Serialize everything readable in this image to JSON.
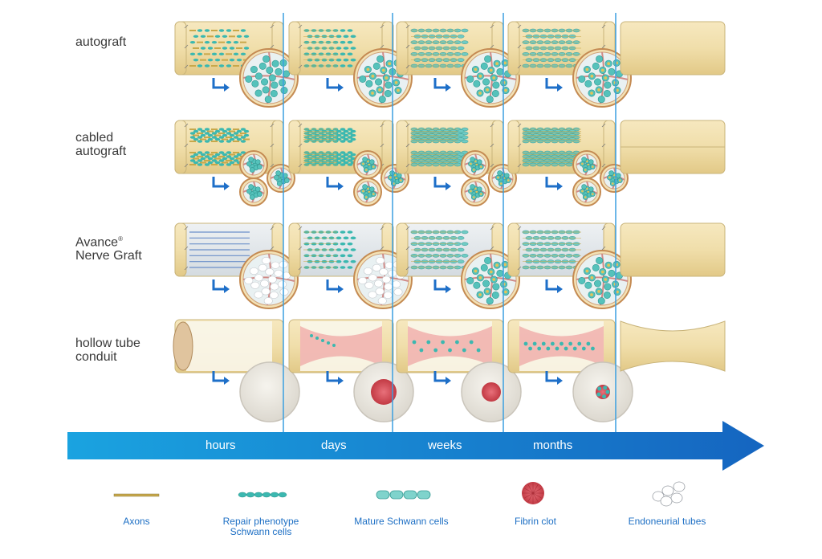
{
  "rows": [
    {
      "id": "autograft",
      "lines": [
        "autograft"
      ]
    },
    {
      "id": "cabled-autograft",
      "lines": [
        "cabled",
        "autograft"
      ]
    },
    {
      "id": "avance-nerve-graft",
      "lines": [
        "Avance",
        "Nerve Graft"
      ],
      "superscript": "®"
    },
    {
      "id": "hollow-tube-conduit",
      "lines": [
        "hollow tube",
        "conduit"
      ]
    }
  ],
  "timeline": {
    "labels": [
      "hours",
      "days",
      "weeks",
      "months"
    ],
    "arrow_color_start": "#1aa3e0",
    "arrow_color_end": "#1565c0"
  },
  "legend": [
    {
      "id": "axons",
      "lines": [
        "Axons"
      ]
    },
    {
      "id": "repair-phenotype-schwann-cells",
      "lines": [
        "Repair phenotype",
        "Schwann cells"
      ]
    },
    {
      "id": "mature-schwann-cells",
      "lines": [
        "Mature Schwann cells"
      ]
    },
    {
      "id": "fibrin-clot",
      "lines": [
        "Fibrin clot"
      ]
    },
    {
      "id": "endoneurial-tubes",
      "lines": [
        "Endoneurial tubes"
      ]
    }
  ],
  "colors": {
    "nerve": "#f0deaa",
    "nerve_edge": "#c9b47a",
    "schwann": "#3bb8b0",
    "axon": "#c8a84a",
    "fibrin": "#d9545a",
    "label_blue": "#1d6fc4",
    "divider": "#3b9fe0"
  }
}
